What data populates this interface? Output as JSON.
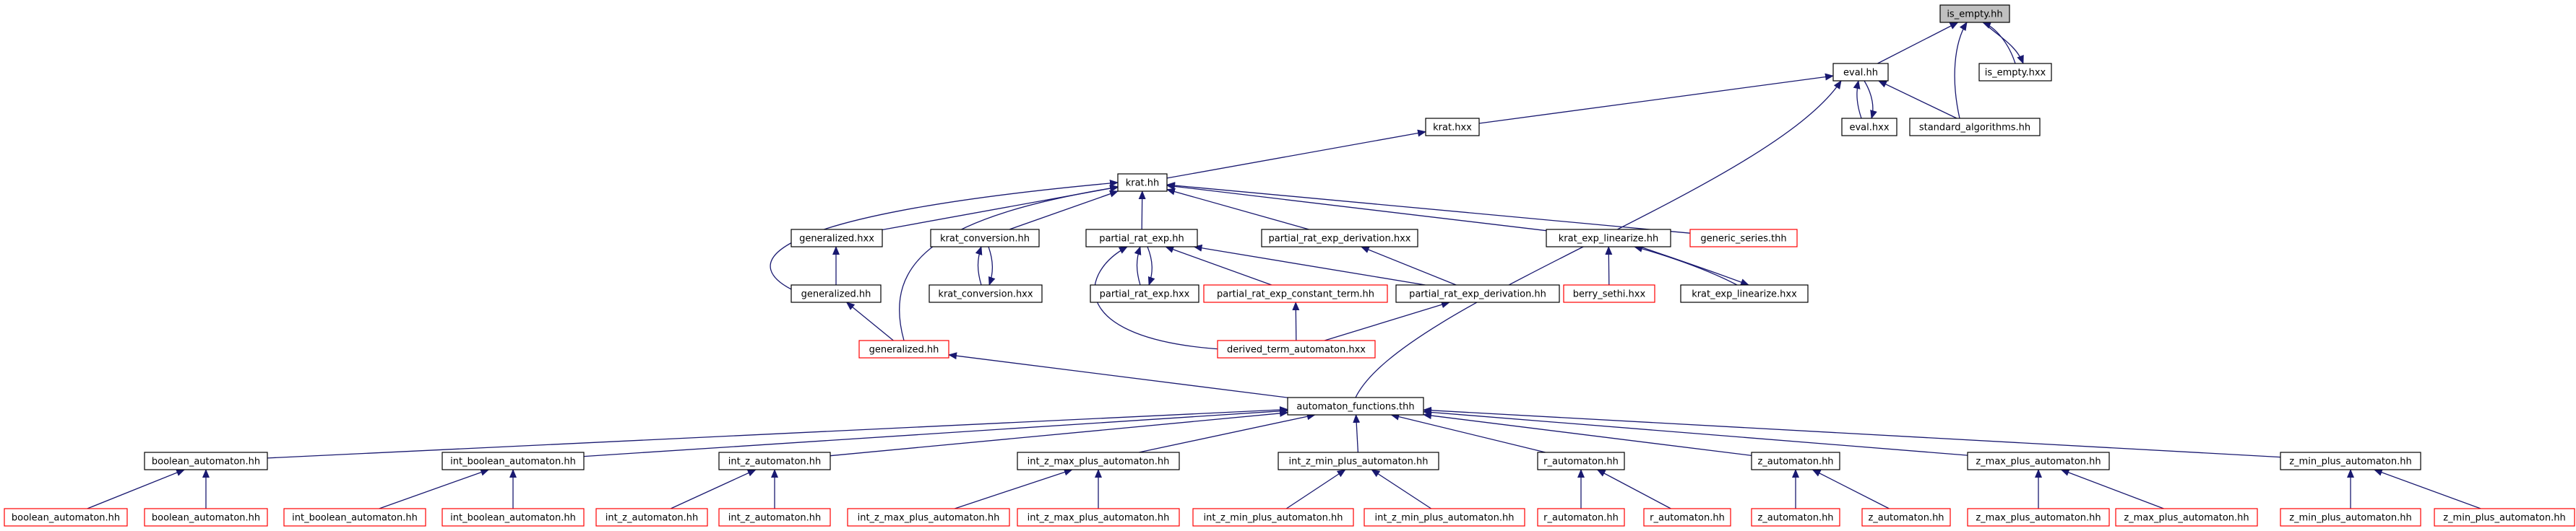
{
  "colors": {
    "edge": "#191970",
    "box_black": "#000000",
    "box_red": "#ff0000",
    "root_fill": "#c0c0c0",
    "node_fill": "#ffffff",
    "text": "#000000"
  },
  "nodes": [
    {
      "id": "is_empty_hh",
      "label": "is_empty.hh",
      "style": "root"
    },
    {
      "id": "is_empty_hxx",
      "label": "is_empty.hxx",
      "style": "black"
    },
    {
      "id": "eval_hh",
      "label": "eval.hh",
      "style": "black"
    },
    {
      "id": "eval_hxx",
      "label": "eval.hxx",
      "style": "black"
    },
    {
      "id": "standard_algorithms_hh",
      "label": "standard_algorithms.hh",
      "style": "black"
    },
    {
      "id": "krat_hxx",
      "label": "krat.hxx",
      "style": "black"
    },
    {
      "id": "krat_hh",
      "label": "krat.hh",
      "style": "black"
    },
    {
      "id": "generalized_hxx",
      "label": "generalized.hxx",
      "style": "black"
    },
    {
      "id": "krat_conversion_hh",
      "label": "krat_conversion.hh",
      "style": "black"
    },
    {
      "id": "partial_rat_exp_hh",
      "label": "partial_rat_exp.hh",
      "style": "black"
    },
    {
      "id": "partial_rat_exp_derivation_hxx",
      "label": "partial_rat_exp_derivation.hxx",
      "style": "black"
    },
    {
      "id": "krat_exp_linearize_hh",
      "label": "krat_exp_linearize.hh",
      "style": "black"
    },
    {
      "id": "generic_series_thh",
      "label": "generic_series.thh",
      "style": "red"
    },
    {
      "id": "generalized_hh_a",
      "label": "generalized.hh",
      "style": "black"
    },
    {
      "id": "krat_conversion_hxx",
      "label": "krat_conversion.hxx",
      "style": "black"
    },
    {
      "id": "partial_rat_exp_hxx",
      "label": "partial_rat_exp.hxx",
      "style": "black"
    },
    {
      "id": "partial_rat_exp_constant_term_hh",
      "label": "partial_rat_exp_constant_term.hh",
      "style": "red"
    },
    {
      "id": "partial_rat_exp_derivation_hh",
      "label": "partial_rat_exp_derivation.hh",
      "style": "black"
    },
    {
      "id": "berry_sethi_hxx",
      "label": "berry_sethi.hxx",
      "style": "red"
    },
    {
      "id": "krat_exp_linearize_hxx",
      "label": "krat_exp_linearize.hxx",
      "style": "black"
    },
    {
      "id": "generalized_hh_b",
      "label": "generalized.hh",
      "style": "red"
    },
    {
      "id": "derived_term_automaton_hxx",
      "label": "derived_term_automaton.hxx",
      "style": "red"
    },
    {
      "id": "automaton_functions_thh",
      "label": "automaton_functions.thh",
      "style": "black"
    },
    {
      "id": "boolean_automaton_hh",
      "label": "boolean_automaton.hh",
      "style": "black"
    },
    {
      "id": "int_boolean_automaton_hh",
      "label": "int_boolean_automaton.hh",
      "style": "black"
    },
    {
      "id": "int_z_automaton_hh",
      "label": "int_z_automaton.hh",
      "style": "black"
    },
    {
      "id": "int_z_max_plus_automaton_hh",
      "label": "int_z_max_plus_automaton.hh",
      "style": "black"
    },
    {
      "id": "int_z_min_plus_automaton_hh",
      "label": "int_z_min_plus_automaton.hh",
      "style": "black"
    },
    {
      "id": "r_automaton_hh",
      "label": "r_automaton.hh",
      "style": "black"
    },
    {
      "id": "z_automaton_hh",
      "label": "z_automaton.hh",
      "style": "black"
    },
    {
      "id": "z_max_plus_automaton_hh",
      "label": "z_max_plus_automaton.hh",
      "style": "black"
    },
    {
      "id": "z_min_plus_automaton_hh",
      "label": "z_min_plus_automaton.hh",
      "style": "black"
    },
    {
      "id": "leaf_boolean_1",
      "label": "boolean_automaton.hh",
      "style": "red"
    },
    {
      "id": "leaf_boolean_2",
      "label": "boolean_automaton.hh",
      "style": "red"
    },
    {
      "id": "leaf_int_boolean_1",
      "label": "int_boolean_automaton.hh",
      "style": "red"
    },
    {
      "id": "leaf_int_boolean_2",
      "label": "int_boolean_automaton.hh",
      "style": "red"
    },
    {
      "id": "leaf_int_z_1",
      "label": "int_z_automaton.hh",
      "style": "red"
    },
    {
      "id": "leaf_int_z_2",
      "label": "int_z_automaton.hh",
      "style": "red"
    },
    {
      "id": "leaf_int_z_max_1",
      "label": "int_z_max_plus_automaton.hh",
      "style": "red"
    },
    {
      "id": "leaf_int_z_max_2",
      "label": "int_z_max_plus_automaton.hh",
      "style": "red"
    },
    {
      "id": "leaf_int_z_min_1",
      "label": "int_z_min_plus_automaton.hh",
      "style": "red"
    },
    {
      "id": "leaf_int_z_min_2",
      "label": "int_z_min_plus_automaton.hh",
      "style": "red"
    },
    {
      "id": "leaf_r_1",
      "label": "r_automaton.hh",
      "style": "red"
    },
    {
      "id": "leaf_r_2",
      "label": "r_automaton.hh",
      "style": "red"
    },
    {
      "id": "leaf_z_1",
      "label": "z_automaton.hh",
      "style": "red"
    },
    {
      "id": "leaf_z_2",
      "label": "z_automaton.hh",
      "style": "red"
    },
    {
      "id": "leaf_z_max_1",
      "label": "z_max_plus_automaton.hh",
      "style": "red"
    },
    {
      "id": "leaf_z_max_2",
      "label": "z_max_plus_automaton.hh",
      "style": "red"
    },
    {
      "id": "leaf_z_min_1",
      "label": "z_min_plus_automaton.hh",
      "style": "red"
    },
    {
      "id": "leaf_z_min_2",
      "label": "z_min_plus_automaton.hh",
      "style": "red"
    }
  ],
  "edges": [
    [
      "eval_hh",
      "is_empty_hh"
    ],
    [
      "is_empty_hxx",
      "is_empty_hh"
    ],
    [
      "is_empty_hh",
      "is_empty_hxx"
    ],
    [
      "standard_algorithms_hh",
      "is_empty_hh"
    ],
    [
      "krat_hxx",
      "eval_hh"
    ],
    [
      "eval_hxx",
      "eval_hh"
    ],
    [
      "eval_hh",
      "eval_hxx"
    ],
    [
      "standard_algorithms_hh",
      "eval_hh"
    ],
    [
      "automaton_functions_thh",
      "eval_hh"
    ],
    [
      "krat_hh",
      "krat_hxx"
    ],
    [
      "generalized_hxx",
      "krat_hh"
    ],
    [
      "krat_conversion_hh",
      "krat_hh"
    ],
    [
      "partial_rat_exp_hh",
      "krat_hh"
    ],
    [
      "partial_rat_exp_derivation_hxx",
      "krat_hh"
    ],
    [
      "krat_exp_linearize_hh",
      "krat_hh"
    ],
    [
      "generic_series_thh",
      "krat_hh"
    ],
    [
      "generalized_hh_a",
      "krat_hh"
    ],
    [
      "generalized_hh_b",
      "krat_hh"
    ],
    [
      "generalized_hh_a",
      "generalized_hxx"
    ],
    [
      "krat_conversion_hxx",
      "krat_conversion_hh"
    ],
    [
      "krat_conversion_hh",
      "krat_conversion_hxx"
    ],
    [
      "partial_rat_exp_hxx",
      "partial_rat_exp_hh"
    ],
    [
      "partial_rat_exp_hh",
      "partial_rat_exp_hxx"
    ],
    [
      "partial_rat_exp_constant_term_hh",
      "partial_rat_exp_hh"
    ],
    [
      "partial_rat_exp_derivation_hh",
      "partial_rat_exp_hh"
    ],
    [
      "derived_term_automaton_hxx",
      "partial_rat_exp_hh"
    ],
    [
      "partial_rat_exp_derivation_hh",
      "partial_rat_exp_derivation_hxx"
    ],
    [
      "berry_sethi_hxx",
      "krat_exp_linearize_hh"
    ],
    [
      "krat_exp_linearize_hxx",
      "krat_exp_linearize_hh"
    ],
    [
      "krat_exp_linearize_hh",
      "krat_exp_linearize_hxx"
    ],
    [
      "generalized_hh_b",
      "generalized_hh_a"
    ],
    [
      "derived_term_automaton_hxx",
      "partial_rat_exp_constant_term_hh"
    ],
    [
      "derived_term_automaton_hxx",
      "partial_rat_exp_derivation_hh"
    ],
    [
      "automaton_functions_thh",
      "generalized_hh_b"
    ],
    [
      "boolean_automaton_hh",
      "automaton_functions_thh"
    ],
    [
      "int_boolean_automaton_hh",
      "automaton_functions_thh"
    ],
    [
      "int_z_automaton_hh",
      "automaton_functions_thh"
    ],
    [
      "int_z_max_plus_automaton_hh",
      "automaton_functions_thh"
    ],
    [
      "int_z_min_plus_automaton_hh",
      "automaton_functions_thh"
    ],
    [
      "r_automaton_hh",
      "automaton_functions_thh"
    ],
    [
      "z_automaton_hh",
      "automaton_functions_thh"
    ],
    [
      "z_max_plus_automaton_hh",
      "automaton_functions_thh"
    ],
    [
      "z_min_plus_automaton_hh",
      "automaton_functions_thh"
    ],
    [
      "leaf_boolean_1",
      "boolean_automaton_hh"
    ],
    [
      "leaf_boolean_2",
      "boolean_automaton_hh"
    ],
    [
      "leaf_int_boolean_1",
      "int_boolean_automaton_hh"
    ],
    [
      "leaf_int_boolean_2",
      "int_boolean_automaton_hh"
    ],
    [
      "leaf_int_z_1",
      "int_z_automaton_hh"
    ],
    [
      "leaf_int_z_2",
      "int_z_automaton_hh"
    ],
    [
      "leaf_int_z_max_1",
      "int_z_max_plus_automaton_hh"
    ],
    [
      "leaf_int_z_max_2",
      "int_z_max_plus_automaton_hh"
    ],
    [
      "leaf_int_z_min_1",
      "int_z_min_plus_automaton_hh"
    ],
    [
      "leaf_int_z_min_2",
      "int_z_min_plus_automaton_hh"
    ],
    [
      "leaf_r_1",
      "r_automaton_hh"
    ],
    [
      "leaf_r_2",
      "r_automaton_hh"
    ],
    [
      "leaf_z_1",
      "z_automaton_hh"
    ],
    [
      "leaf_z_2",
      "z_automaton_hh"
    ],
    [
      "leaf_z_max_1",
      "z_max_plus_automaton_hh"
    ],
    [
      "leaf_z_max_2",
      "z_max_plus_automaton_hh"
    ],
    [
      "leaf_z_min_1",
      "z_min_plus_automaton_hh"
    ],
    [
      "leaf_z_min_2",
      "z_min_plus_automaton_hh"
    ]
  ]
}
